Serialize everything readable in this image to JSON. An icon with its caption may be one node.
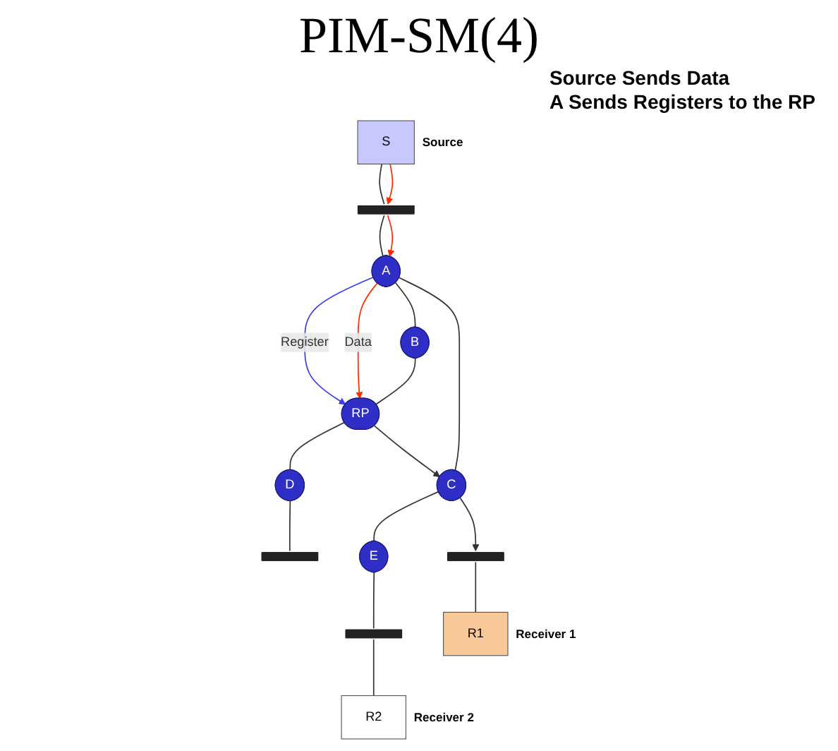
{
  "diagram": {
    "title": "PIM-SM(4)",
    "nodes": [
      {
        "text": [
          "S"
        ],
        "beside": [
          "Source"
        ]
      },
      {
        "text": [],
        "shape": "bar"
      },
      {
        "text": [
          "A"
        ]
      },
      {
        "text": [
          "B"
        ]
      },
      {
        "text": [
          "RP"
        ]
      },
      {
        "text": [
          "D"
        ]
      },
      {
        "text": [],
        "shape": "bar"
      },
      {
        "text": [
          "C"
        ]
      },
      {
        "text": [
          "E"
        ]
      },
      {
        "text": [],
        "shape": "bar"
      },
      {
        "text": [],
        "shape": "bar"
      },
      {
        "text": [
          "R1"
        ],
        "beside": [
          "Receiver 1"
        ]
      },
      {
        "text": [
          "R2"
        ],
        "beside": [
          "Receiver 2"
        ]
      }
    ],
    "edges": [
      {
        "from": 0,
        "to": 1,
        "arrow": "none"
      },
      {
        "from": 0,
        "to": 1,
        "arrow": "to",
        "color": "#ff2a00"
      },
      {
        "from": 1,
        "to": 2,
        "arrow": "none"
      },
      {
        "from": 1,
        "to": 2,
        "arrow": "to",
        "color": "#ff2a00"
      },
      {
        "from": 2,
        "to": 4,
        "arrow": "to",
        "label": "Register",
        "color": "#3b3bf0"
      },
      {
        "from": 2,
        "to": 4,
        "arrow": "to",
        "label": "Data",
        "color": "#ff2a00"
      },
      {
        "from": 2,
        "to": 3,
        "arrow": "none"
      },
      {
        "from": 3,
        "to": 4,
        "arrow": "none"
      },
      {
        "from": 4,
        "to": 5,
        "arrow": "none"
      },
      {
        "from": 5,
        "to": 6,
        "arrow": "none"
      },
      {
        "from": 2,
        "to": 7,
        "arrow": "none"
      },
      {
        "from": 4,
        "to": 7,
        "arrow": "to"
      },
      {
        "from": 7,
        "to": 8,
        "arrow": "none"
      },
      {
        "from": 7,
        "to": 9,
        "arrow": "to"
      },
      {
        "from": 8,
        "to": 10,
        "arrow": "none"
      },
      {
        "from": 9,
        "to": 11,
        "arrow": "none"
      },
      {
        "from": 10,
        "to": 12,
        "arrow": "none"
      }
    ],
    "labels": [
      "Source Sends Data",
      "A Sends Registers to the RP"
    ]
  }
}
